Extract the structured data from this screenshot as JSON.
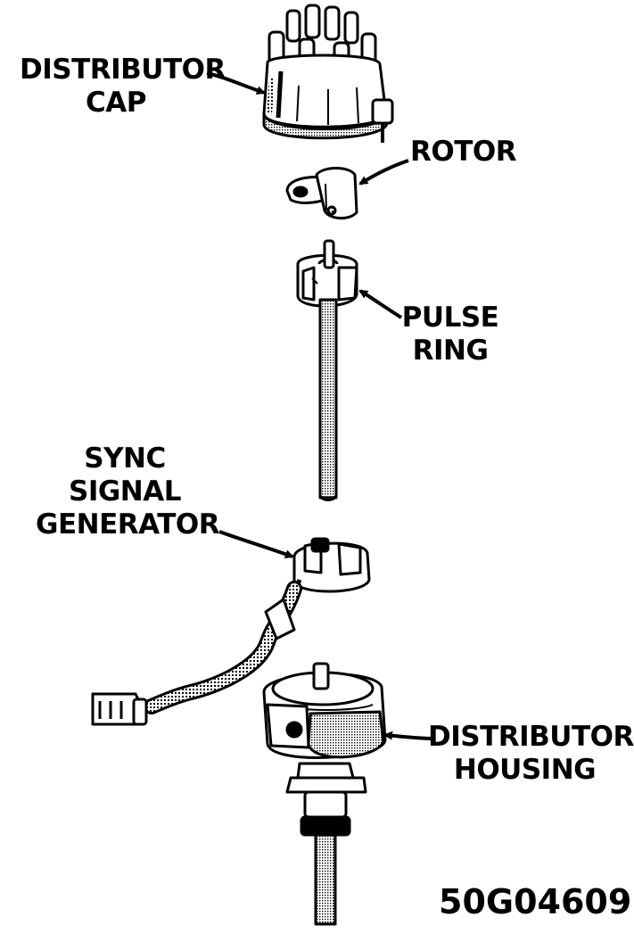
{
  "labels": {
    "distributor_cap": [
      "DISTRIBUTOR",
      "CAP"
    ],
    "rotor": "ROTOR",
    "pulse_ring": [
      "PULSE",
      "RING"
    ],
    "sync_signal_generator": [
      "SYNC",
      "SIGNAL",
      "GENERATOR"
    ],
    "distributor_housing": [
      "DISTRIBUTOR",
      "HOUSING"
    ]
  },
  "figure_code": "50G04609",
  "colors": {
    "ink": "#000000",
    "paper": "#ffffff",
    "shade": "#9a9a9a"
  }
}
